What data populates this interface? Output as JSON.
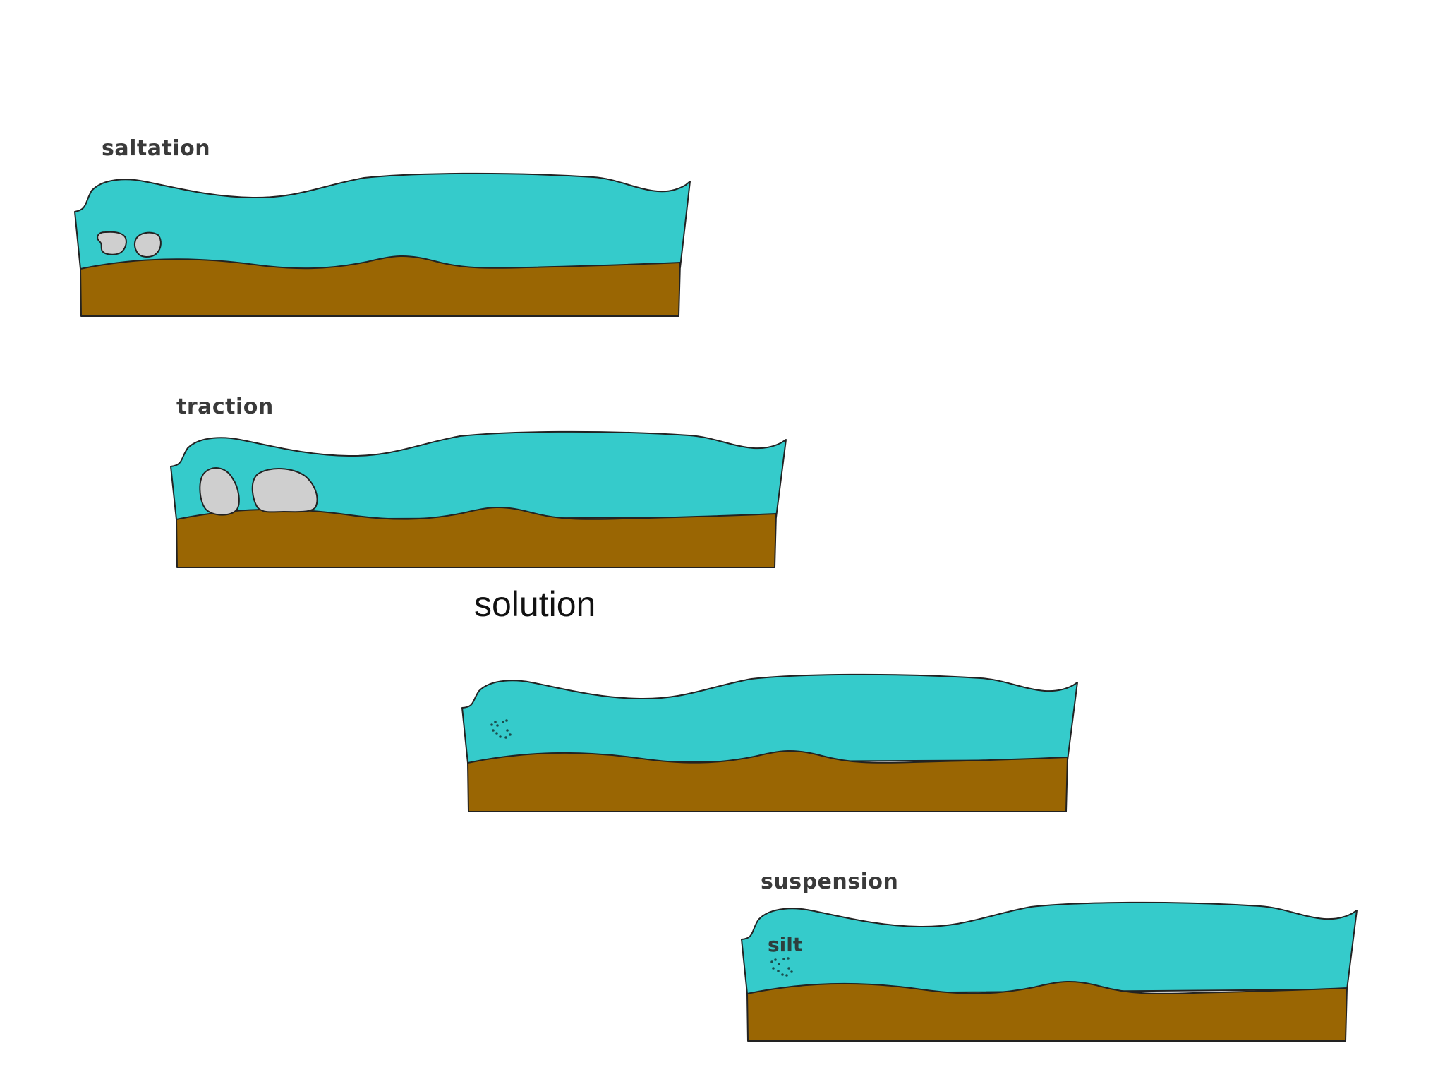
{
  "diagram": {
    "colors": {
      "water": "#35CBCB",
      "bed": "#9A6603",
      "rock": "#CFCFCF",
      "outline": "#222222",
      "particle": "#1A4D4D"
    },
    "panels": [
      {
        "id": "saltation",
        "label": "saltation",
        "particle_type": "small-stones"
      },
      {
        "id": "traction",
        "label": "traction",
        "particle_type": "large-boulders"
      },
      {
        "id": "solution",
        "label": "solution",
        "particle_type": "dissolved-particles"
      },
      {
        "id": "suspension",
        "label": "suspension",
        "particle_label": "silt",
        "particle_type": "silt"
      }
    ]
  }
}
